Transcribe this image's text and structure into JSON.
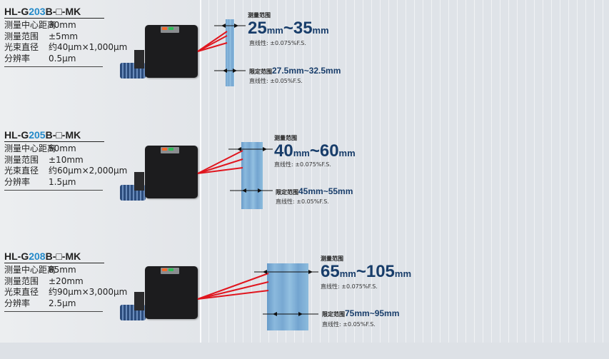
{
  "blocks": [
    {
      "model_pre": "HL-G",
      "model_num": "203",
      "model_post": "B-□-MK",
      "specs": [
        {
          "k": "测量中心距离",
          "v": "30mm"
        },
        {
          "k": "测量范围",
          "v": "±5mm"
        },
        {
          "k": "光束直径",
          "v": "约40μm×1,000μm"
        },
        {
          "k": "分辨率",
          "v": "0.5μm"
        }
      ],
      "range_label": "测量范围",
      "range_a": "25",
      "range_unit_a": "mm",
      "range_sep": "~",
      "range_b": "35",
      "range_unit_b": "mm",
      "linearity": "直线性: ±0.075%F.S.",
      "limit_label": "限定范围",
      "limit_value": "27.5mm~32.5mm",
      "limit_linearity": "直线性: ±0.05%F.S."
    },
    {
      "model_pre": "HL-G",
      "model_num": "205",
      "model_post": "B-□-MK",
      "specs": [
        {
          "k": "测量中心距离",
          "v": "50mm"
        },
        {
          "k": "测量范围",
          "v": "±10mm"
        },
        {
          "k": "光束直径",
          "v": "约60μm×2,000μm"
        },
        {
          "k": "分辨率",
          "v": "1.5μm"
        }
      ],
      "range_label": "测量范围",
      "range_a": "40",
      "range_unit_a": "mm",
      "range_sep": "~",
      "range_b": "60",
      "range_unit_b": "mm",
      "linearity": "直线性: ±0.075%F.S.",
      "limit_label": "限定范围",
      "limit_value": "45mm~55mm",
      "limit_linearity": "直线性: ±0.05%F.S."
    },
    {
      "model_pre": "HL-G",
      "model_num": "208",
      "model_post": "B-□-MK",
      "specs": [
        {
          "k": "测量中心距离",
          "v": "85mm"
        },
        {
          "k": "测量范围",
          "v": "±20mm"
        },
        {
          "k": "光束直径",
          "v": "约90μm×3,000μm"
        },
        {
          "k": "分辨率",
          "v": "2.5μm"
        }
      ],
      "range_label": "测量范围",
      "range_a": "65",
      "range_unit_a": "mm",
      "range_sep": "~",
      "range_b": "105",
      "range_unit_b": "mm",
      "linearity": "直线性: ±0.075%F.S.",
      "limit_label": "限定范围",
      "limit_value": "75mm~95mm",
      "limit_linearity": "直线性: ±0.05%F.S."
    }
  ],
  "colors": {
    "accent": "#2389c9",
    "range_text": "#183d6a",
    "laser": "#e0161f",
    "beam": "#6fa3d0"
  }
}
